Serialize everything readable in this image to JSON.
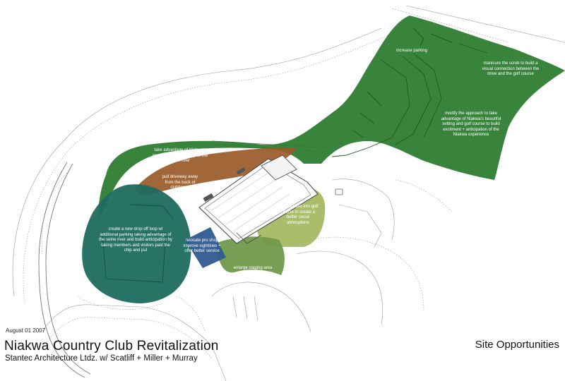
{
  "plan": {
    "date": "August 01 2007",
    "title": "Niakwa Country Club Revitalization",
    "subtitle": "Stantec Architecture Ltdz. w/ Scatliff + Miller + Murray",
    "sheet_title": "Site Opportunities"
  },
  "notes": {
    "increase_parking": "increase parking",
    "manicure_scrub": "manicure the scrub to build a visual connection between the drive and the golf course",
    "modify_approach": "modify the approach to take advantage of Niakwa's beautiful setting and golf course to build excitment + anticipation of the Niakwa experience",
    "river_proximity": "take advantage of Niakwa's proximity + relationship to the seine river",
    "pull_driveway": "pull driveway away from the back of clubhouse",
    "drop_off_loop": "create a new drop off loop w/ additional parking taking advantage of the seine river and build anticipation by taking members and visitors past the chip and put",
    "relocate_pro_shop": "relocate pro shop improve sightlines + offer better service",
    "expand_patio": "expand patio into golf course to create a better social atmosphere",
    "staging_area": "enlarge staging area"
  },
  "colors": {
    "dark_green": "#2e7d32",
    "teal": "#1e6b5e",
    "brown": "#9a5a28",
    "blue": "#2f5a8f",
    "olive_light": "#a2b65a",
    "olive": "#6f9a4a",
    "linework": "#8a8a8a"
  }
}
